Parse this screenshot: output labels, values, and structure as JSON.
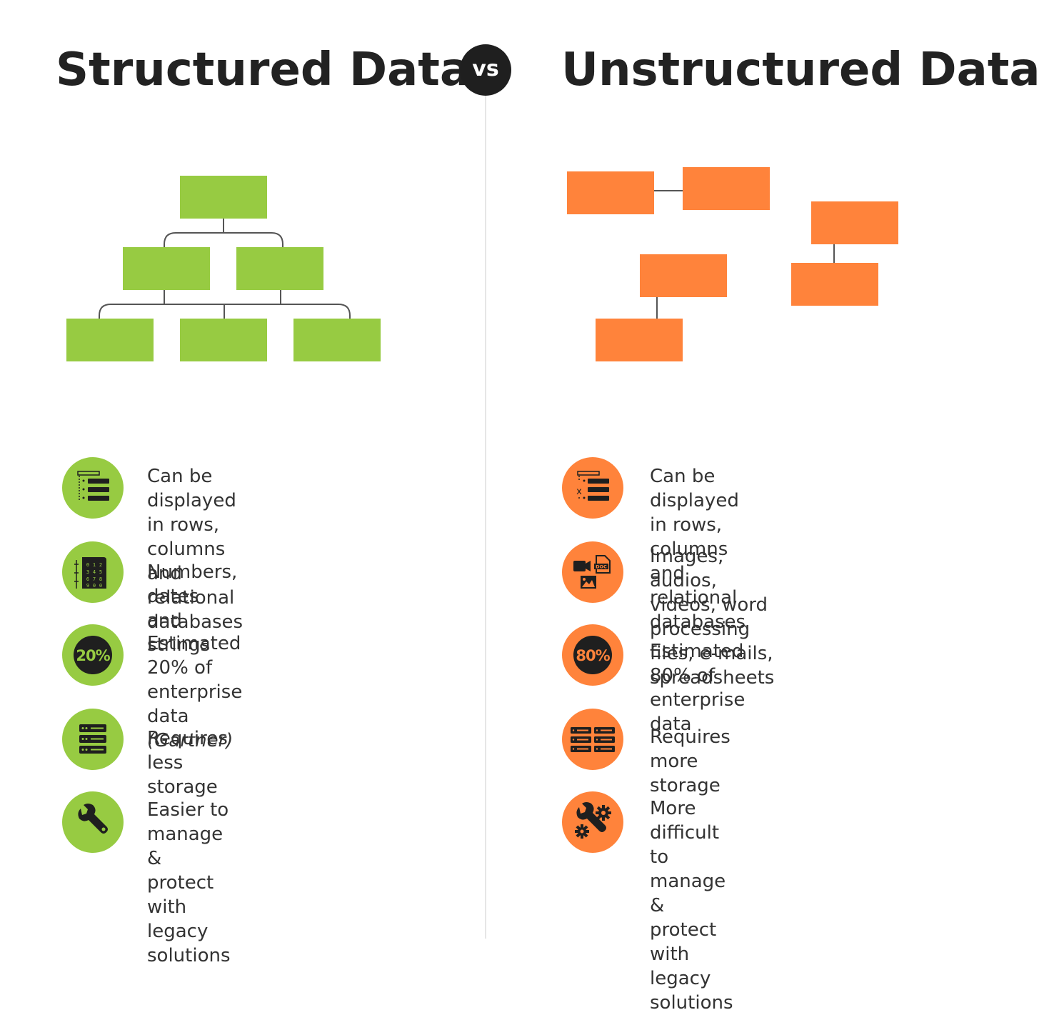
{
  "title_left": "Structured Data",
  "title_right": "Unstructured Data",
  "vs": "vs",
  "colors": {
    "green": "#97cb42",
    "orange": "#ff833b",
    "dark": "#1f1f1f"
  },
  "left_items": [
    {
      "icon": "table-rows-icon",
      "text": "Can be displayed in rows,\ncolumns and relational databases"
    },
    {
      "icon": "number-grid-icon",
      "text": "Numbers, dates and strings"
    },
    {
      "icon": "percent-badge-icon",
      "badge": "20%",
      "text_main": "Estimated 20% of enterprise\ndata ",
      "text_italic": "(Gartner)"
    },
    {
      "icon": "server-rack-icon",
      "text": "Requires less storage"
    },
    {
      "icon": "wrench-icon",
      "text": "Easier to manage & protect\nwith legacy solutions"
    }
  ],
  "right_items": [
    {
      "icon": "table-rows-x-icon",
      "text": "Can be displayed in rows,\ncolumns and relational databases"
    },
    {
      "icon": "media-files-icon",
      "doc_label": "DOC",
      "text": "Images, audios, videos, word\nprocessing files, e-mails, spreadsheets"
    },
    {
      "icon": "percent-badge-icon",
      "badge": "80%",
      "text": "Estimated 80% of enterprise data"
    },
    {
      "icon": "double-server-rack-icon",
      "text": "Requires more storage"
    },
    {
      "icon": "wrench-gears-icon",
      "text": "More difficult to manage & protect\nwith legacy solutions"
    }
  ]
}
